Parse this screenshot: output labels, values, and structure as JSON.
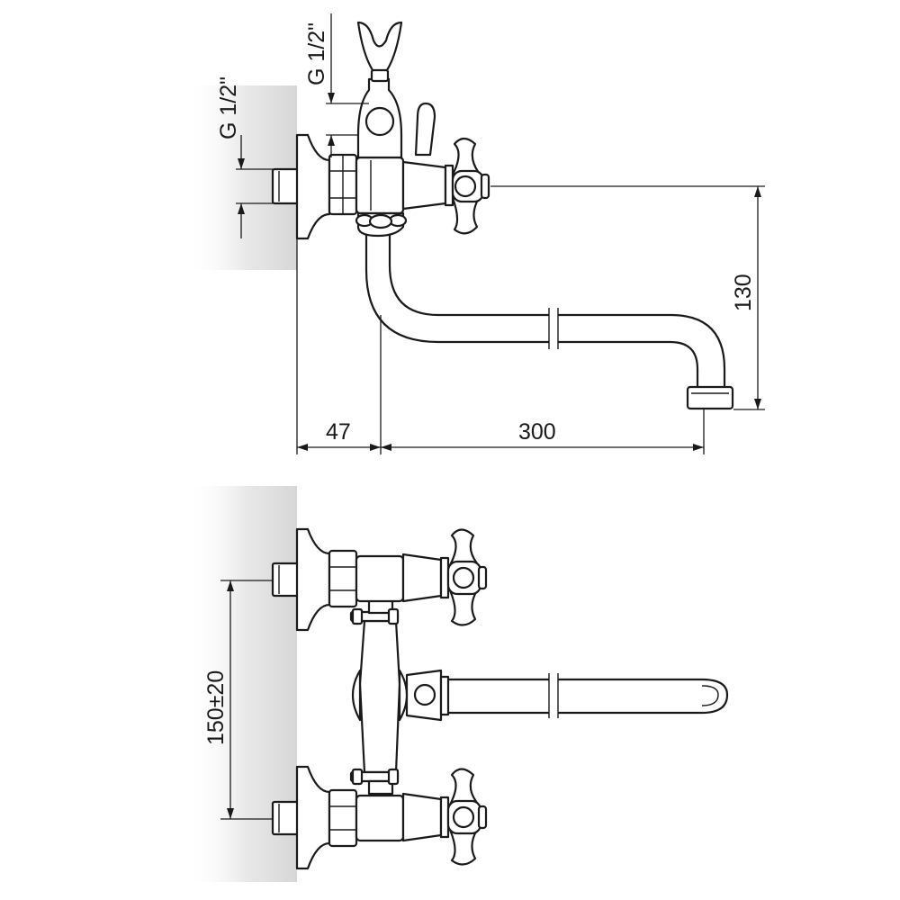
{
  "dimensions": {
    "thread_inlet": "G 1/2\"",
    "thread_shower": "G 1/2\"",
    "spout_height": "130",
    "wall_offset": "47",
    "spout_reach": "300",
    "inlet_spacing": "150±20"
  },
  "colors": {
    "line": "#1a1a1a",
    "background": "#ffffff",
    "wall_shade": "#d9d9d9"
  }
}
